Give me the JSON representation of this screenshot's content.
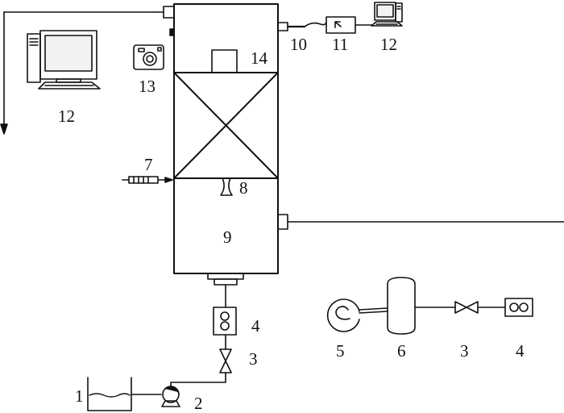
{
  "labels": {
    "tank": "1",
    "pump": "2",
    "valve_left": "3",
    "flowmeter_left": "4",
    "blower": "5",
    "buffer_vessel": "6",
    "valve_right": "3",
    "flowmeter_right": "4",
    "syringe": "7",
    "nozzle": "8",
    "column_section": "9",
    "probe": "10",
    "converter": "11",
    "computer_right": "12",
    "computer_left": "12",
    "camera": "13",
    "sensor_box": "14"
  },
  "colors": {
    "line": "#111111",
    "fill_light": "#f2f2f2",
    "water": "#333333"
  },
  "icons": {
    "computer": "desktop-computer-icon",
    "camera": "camera-icon",
    "pump": "centrifugal-pump-icon",
    "valve": "gate-valve-icon",
    "flowmeter": "flowmeter-icon",
    "blower": "blower-icon",
    "syringe": "syringe-icon",
    "nozzle": "spray-nozzle-icon",
    "probe": "probe-icon",
    "converter": "signal-converter-icon"
  }
}
